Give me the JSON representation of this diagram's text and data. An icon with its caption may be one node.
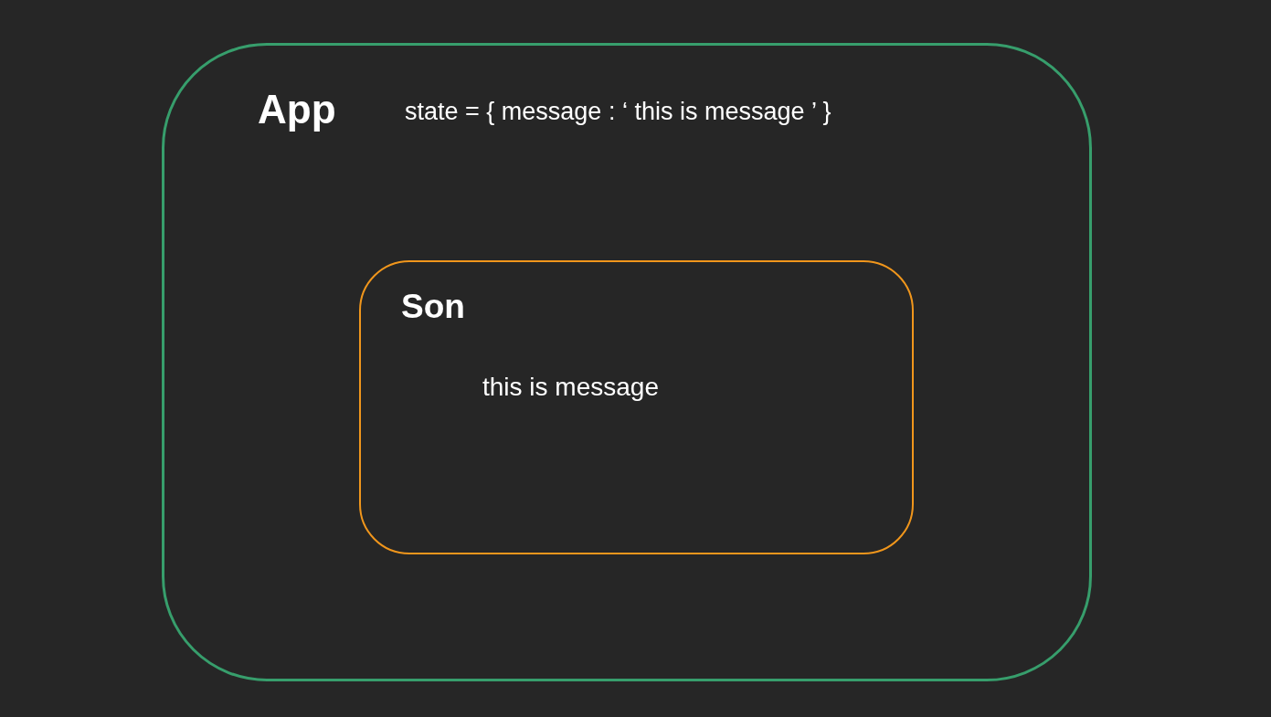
{
  "diagram": {
    "nodes": [
      {
        "text": [
          "App",
          "state = { message : ‘ this is message ’ }"
        ]
      },
      {
        "text": [
          "Son",
          "this is message"
        ],
        "in": 0
      }
    ]
  }
}
